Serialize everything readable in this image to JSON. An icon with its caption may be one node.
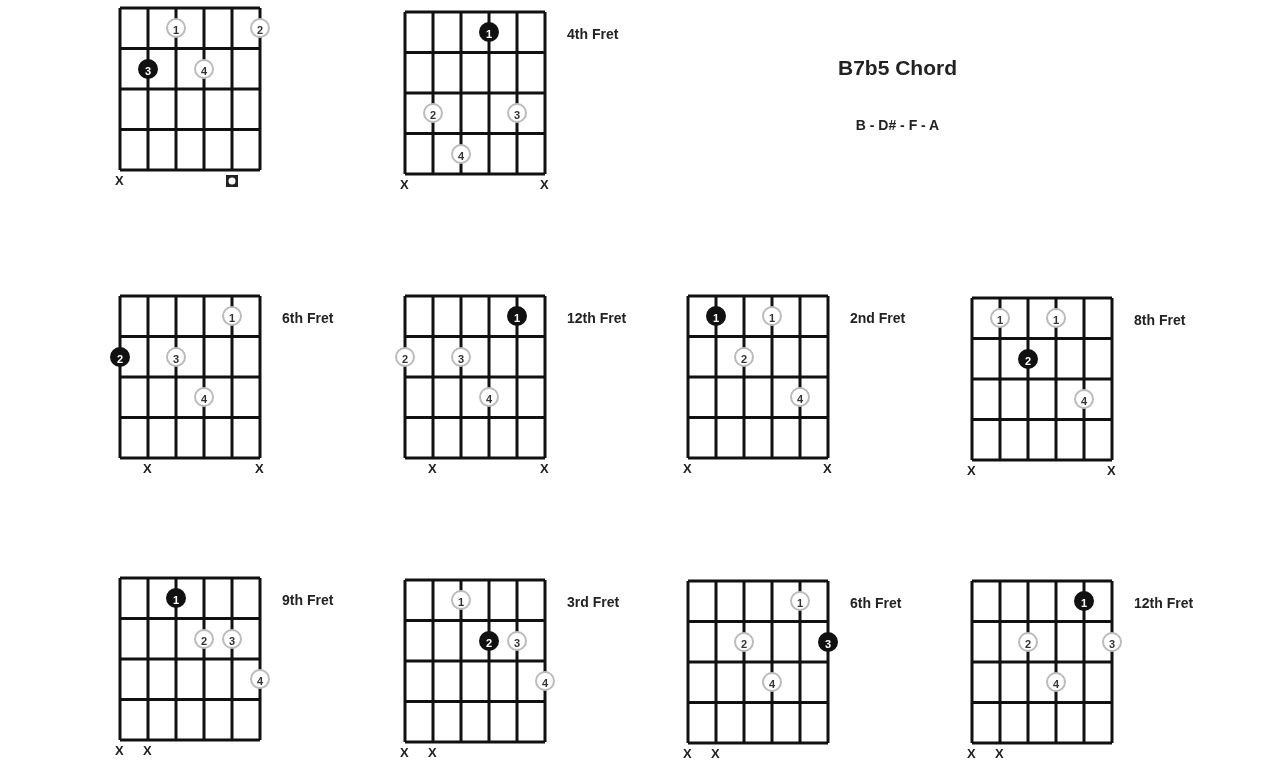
{
  "diagram": {
    "title": "B7b5 Chord",
    "nodes": [
      {
        "text": [],
        "shape": "grid"
      },
      {
        "text": [
          "1"
        ],
        "in": 0
      },
      {
        "text": [
          "2"
        ],
        "in": 0
      },
      {
        "text": [
          "3"
        ],
        "in": 0
      },
      {
        "text": [
          "4"
        ],
        "in": 0
      },
      {
        "text": [],
        "shape": "grid",
        "beside": [
          "4th Fret"
        ]
      },
      {
        "text": [
          "1"
        ],
        "in": 5
      },
      {
        "text": [
          "2"
        ],
        "in": 5
      },
      {
        "text": [
          "3"
        ],
        "in": 5
      },
      {
        "text": [
          "4"
        ],
        "in": 5
      },
      {
        "text": [],
        "shape": "grid",
        "beside": [
          "6th Fret"
        ]
      },
      {
        "text": [
          "1"
        ],
        "in": 10
      },
      {
        "text": [
          "2"
        ],
        "in": 10
      },
      {
        "text": [
          "3"
        ],
        "in": 10
      },
      {
        "text": [
          "4"
        ],
        "in": 10
      },
      {
        "text": [],
        "shape": "grid",
        "beside": [
          "12th Fret"
        ]
      },
      {
        "text": [
          "1"
        ],
        "in": 15
      },
      {
        "text": [
          "2"
        ],
        "in": 15
      },
      {
        "text": [
          "3"
        ],
        "in": 15
      },
      {
        "text": [
          "4"
        ],
        "in": 15
      },
      {
        "text": [],
        "shape": "grid",
        "beside": [
          "2nd Fret"
        ]
      },
      {
        "text": [
          "1"
        ],
        "in": 20
      },
      {
        "text": [
          "1"
        ],
        "in": 20
      },
      {
        "text": [
          "2"
        ],
        "in": 20
      },
      {
        "text": [
          "4"
        ],
        "in": 20
      },
      {
        "text": [],
        "shape": "grid",
        "beside": [
          "8th Fret"
        ]
      },
      {
        "text": [
          "1"
        ],
        "in": 25
      },
      {
        "text": [
          "1"
        ],
        "in": 25
      },
      {
        "text": [
          "2"
        ],
        "in": 25
      },
      {
        "text": [
          "4"
        ],
        "in": 25
      },
      {
        "text": [],
        "shape": "grid",
        "beside": [
          "9th Fret"
        ]
      },
      {
        "text": [
          "1"
        ],
        "in": 30
      },
      {
        "text": [
          "2"
        ],
        "in": 30
      },
      {
        "text": [
          "3"
        ],
        "in": 30
      },
      {
        "text": [
          "4"
        ],
        "in": 30
      },
      {
        "text": [],
        "shape": "grid",
        "beside": [
          "3rd Fret"
        ]
      },
      {
        "text": [
          "1"
        ],
        "in": 35
      },
      {
        "text": [
          "2"
        ],
        "in": 35
      },
      {
        "text": [
          "3"
        ],
        "in": 35
      },
      {
        "text": [
          "4"
        ],
        "in": 35
      },
      {
        "text": [],
        "shape": "grid",
        "beside": [
          "6th Fret"
        ]
      },
      {
        "text": [
          "1"
        ],
        "in": 40
      },
      {
        "text": [
          "2"
        ],
        "in": 40
      },
      {
        "text": [
          "3"
        ],
        "in": 40
      },
      {
        "text": [
          "4"
        ],
        "in": 40
      },
      {
        "text": [],
        "shape": "grid",
        "beside": [
          "12th Fret"
        ]
      },
      {
        "text": [
          "1"
        ],
        "in": 45
      },
      {
        "text": [
          "2"
        ],
        "in": 45
      },
      {
        "text": [
          "3"
        ],
        "in": 45
      },
      {
        "text": [
          "4"
        ],
        "in": 45
      }
    ],
    "labels": [
      "B - D# - F - A",
      "X",
      "X",
      "X",
      "X",
      "X",
      "X",
      "X",
      "X",
      "X",
      "X",
      "X",
      "X",
      "X",
      "X",
      "X",
      "X",
      "X",
      "X",
      "X"
    ]
  }
}
